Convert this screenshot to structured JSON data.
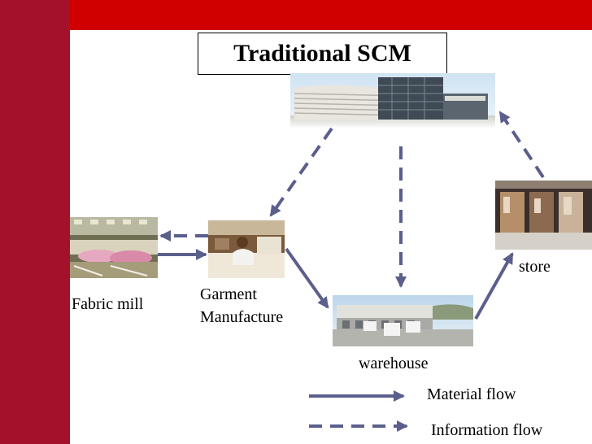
{
  "title": "Traditional SCM",
  "nodes": {
    "fabric_mill": "Fabric mill",
    "garment_line1": "Garment",
    "garment_line2": "Manufacture",
    "warehouse": "warehouse",
    "store": "store"
  },
  "legend": {
    "material": "Material flow",
    "information": "Information flow"
  },
  "colors": {
    "left_band": "#a3112a",
    "top_band": "#d00000",
    "arrow": "#5b5f8c"
  }
}
